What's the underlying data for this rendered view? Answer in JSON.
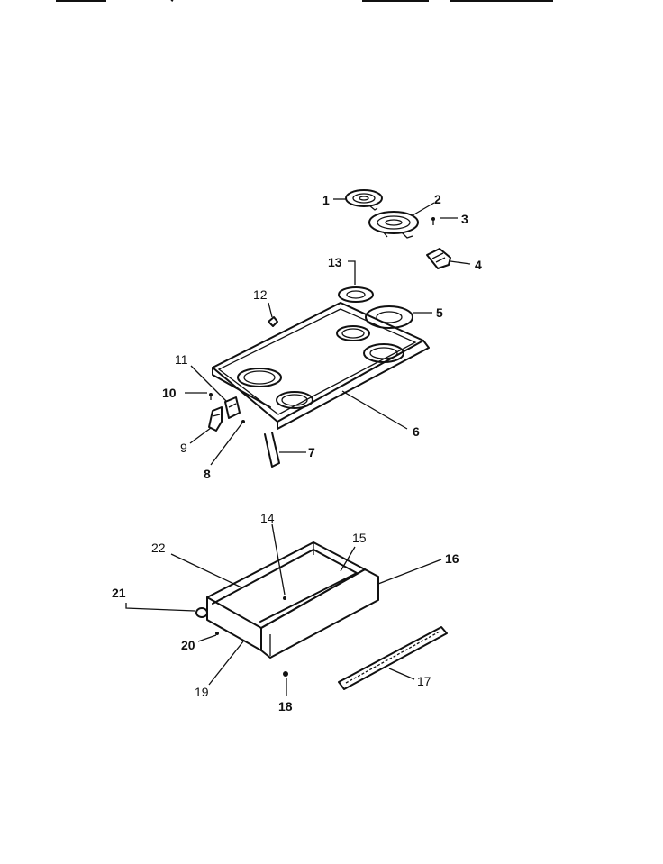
{
  "labels": {
    "p1": "1",
    "p2": "2",
    "p3": "3",
    "p4": "4",
    "p5": "5",
    "p6": "6",
    "p7": "7",
    "p8": "8",
    "p9": "9",
    "p10": "10",
    "p11": "11",
    "p12": "12",
    "p13": "13",
    "p14": "14",
    "p15": "15",
    "p16": "16",
    "p17": "17",
    "p18": "18",
    "p19": "19",
    "p20": "20",
    "p21": "21",
    "p22": "22"
  }
}
